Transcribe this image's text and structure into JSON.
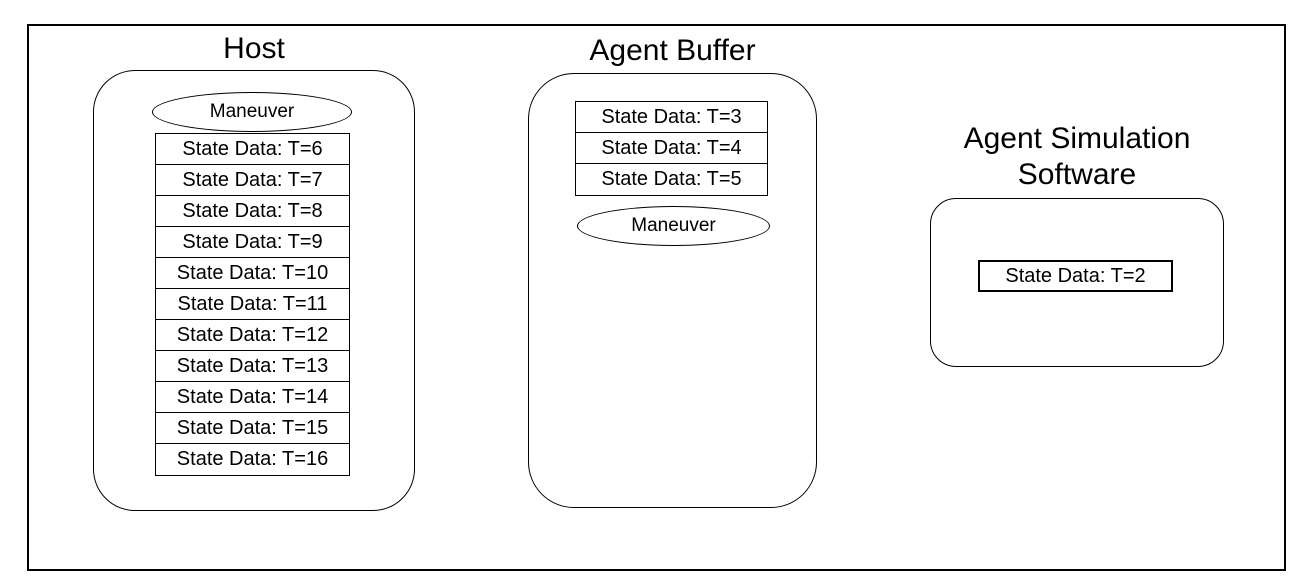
{
  "sections": {
    "host": {
      "title": "Host",
      "maneuver_label": "Maneuver",
      "state_items": [
        "State Data: T=6",
        "State Data: T=7",
        "State Data: T=8",
        "State Data: T=9",
        "State Data: T=10",
        "State Data: T=11",
        "State Data: T=12",
        "State Data: T=13",
        "State Data: T=14",
        "State Data: T=15",
        "State Data: T=16"
      ]
    },
    "agent_buffer": {
      "title": "Agent Buffer",
      "maneuver_label": "Maneuver",
      "state_items": [
        "State Data: T=3",
        "State Data: T=4",
        "State Data: T=5"
      ]
    },
    "agent_sim": {
      "title": "Agent Simulation Software",
      "state_items": [
        "State Data: T=2"
      ]
    }
  },
  "colors": {
    "stroke": "#000000",
    "background": "#ffffff",
    "text": "#000000"
  }
}
